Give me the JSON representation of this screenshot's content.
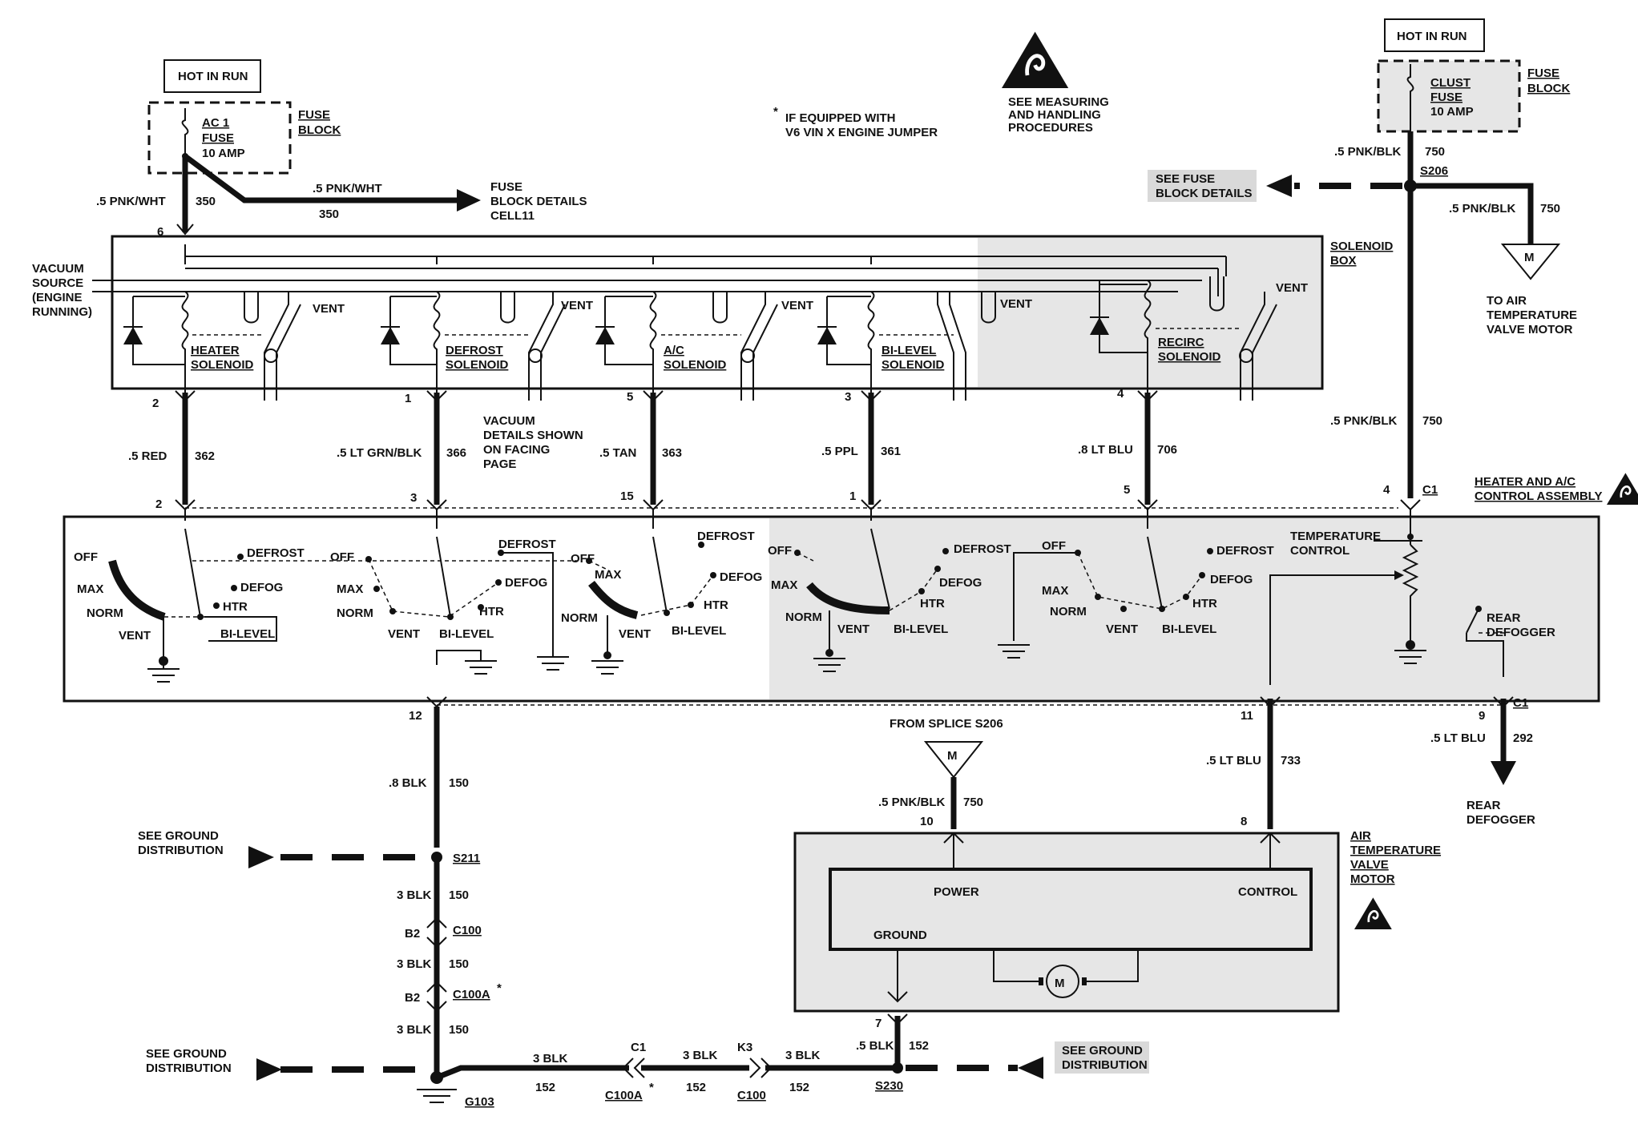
{
  "hot_left": "HOT IN RUN",
  "hot_right": "HOT IN RUN",
  "fuse_left": {
    "name": "AC 1",
    "word": "FUSE",
    "rating": "10 AMP",
    "block1": "FUSE",
    "block2": "BLOCK"
  },
  "fuse_right": {
    "name": "CLUST",
    "word": "FUSE",
    "rating": "10 AMP",
    "block1": "FUSE",
    "block2": "BLOCK"
  },
  "note": {
    "star": "*",
    "l1": "IF EQUIPPED WITH",
    "l2": "V6 VIN X ENGINE JUMPER"
  },
  "esd": {
    "l1": "SEE MEASURING",
    "l2": "AND HANDLING",
    "l3": "PROCEDURES"
  },
  "wire_left_top": {
    "gauge": ".5 PNK/WHT",
    "circuit": "350",
    "pin": "6"
  },
  "wire_branch": {
    "gauge": ".5 PNK/WHT",
    "circuit": "350",
    "d1": "FUSE",
    "d2": "BLOCK DETAILS",
    "d3": "CELL11"
  },
  "wire_right_top": {
    "gauge": ".5 PNK/BLK",
    "circuit": "750",
    "splice": "S206",
    "see1": "SEE FUSE",
    "see2": "BLOCK DETAILS"
  },
  "wire_right_branch": {
    "gauge": ".5 PNK/BLK",
    "circuit": "750",
    "motor": "M",
    "d1": "TO AIR",
    "d2": "TEMPERATURE",
    "d3": "VALVE MOTOR"
  },
  "solenoid_box": {
    "l1": "SOLENOID",
    "l2": "BOX"
  },
  "vacuum_source": {
    "l1": "VACUUM",
    "l2": "SOURCE",
    "l3": "(ENGINE",
    "l4": "RUNNING)"
  },
  "solenoids": [
    {
      "n1": "HEATER",
      "n2": "SOLENOID",
      "vent": "VENT",
      "pin": "2",
      "gauge": ".5 RED",
      "circuit": "362",
      "pin2": "2"
    },
    {
      "n1": "DEFROST",
      "n2": "SOLENOID",
      "vent": "VENT",
      "pin": "1",
      "gauge": ".5 LT GRN/BLK",
      "circuit": "366",
      "pin2": "3"
    },
    {
      "n1": "A/C",
      "n2": "SOLENOID",
      "vent": "VENT",
      "pin": "5",
      "gauge": ".5 TAN",
      "circuit": "363",
      "pin2": "15"
    },
    {
      "n1": "BI-LEVEL",
      "n2": "SOLENOID",
      "vent": "VENT",
      "pin": "3",
      "gauge": ".5 PPL",
      "circuit": "361",
      "pin2": "1"
    },
    {
      "n1": "RECIRC",
      "n2": "SOLENOID",
      "vent": "VENT",
      "pin": "4",
      "gauge": ".8 LT BLU",
      "circuit": "706",
      "pin2": "5"
    }
  ],
  "vacuum_details": {
    "l1": "VACUUM",
    "l2": "DETAILS SHOWN",
    "l3": "ON FACING",
    "l4": "PAGE"
  },
  "wire_750_mid": {
    "gauge": ".5 PNK/BLK",
    "circuit": "750",
    "pin": "4",
    "conn": "C1"
  },
  "control_assembly": {
    "l1": "HEATER AND A/C",
    "l2": "CONTROL ASSEMBLY"
  },
  "switch_labels": {
    "off": "OFF",
    "max": "MAX",
    "norm": "NORM",
    "vent": "VENT",
    "defrost": "DEFROST",
    "defog": "DEFOG",
    "htr": "HTR",
    "bilevel": "BI-LEVEL"
  },
  "temp_control": {
    "l1": "TEMPERATURE",
    "l2": "CONTROL"
  },
  "rear_defogger_sw": {
    "l1": "REAR",
    "l2": "DEFOGGER"
  },
  "bottom_left": {
    "pin": "12",
    "gauge": ".8 BLK",
    "circuit": "150"
  },
  "bottom_mid": {
    "pin": "11",
    "gauge": ".5 LT BLU",
    "circuit": "733",
    "pin2": "8"
  },
  "bottom_right": {
    "conn": "C1",
    "pin": "9",
    "gauge": ".5 LT BLU",
    "circuit": "292",
    "d1": "REAR",
    "d2": "DEFOGGER"
  },
  "from_splice": {
    "label": "FROM SPLICE S206",
    "motor": "M",
    "gauge": ".5 PNK/BLK",
    "circuit": "750",
    "pin": "10"
  },
  "valve_motor": {
    "l1": "AIR",
    "l2": "TEMPERATURE",
    "l3": "VALVE",
    "l4": "MOTOR",
    "power": "POWER",
    "control": "CONTROL",
    "ground": "GROUND",
    "m": "M",
    "pin": "7",
    "gauge": ".5 BLK",
    "circuit": "152",
    "splice": "S230"
  },
  "ground_left_1": {
    "l1": "SEE GROUND",
    "l2": "DISTRIBUTION",
    "splice": "S211"
  },
  "ground_chain": {
    "g1": "3 BLK",
    "c1": "150",
    "b2a": "B2",
    "conn1": "C100",
    "g2": "3 BLK",
    "c2": "150",
    "b2b": "B2",
    "conn2": "C100A",
    "star": "*",
    "g3": "3 BLK",
    "c3": "150",
    "ground": "G103"
  },
  "ground_left_2": {
    "l1": "SEE GROUND",
    "l2": "DISTRIBUTION"
  },
  "ground_bottom": {
    "g1": "3 BLK",
    "c1": "152",
    "conn_top": "C1",
    "conn1": "C100A",
    "star": "*",
    "g2": "3 BLK",
    "c2": "152",
    "k3": "K3",
    "conn2": "C100",
    "g3": "3 BLK",
    "c3": "152"
  },
  "ground_right": {
    "l1": "SEE GROUND",
    "l2": "DISTRIBUTION"
  }
}
